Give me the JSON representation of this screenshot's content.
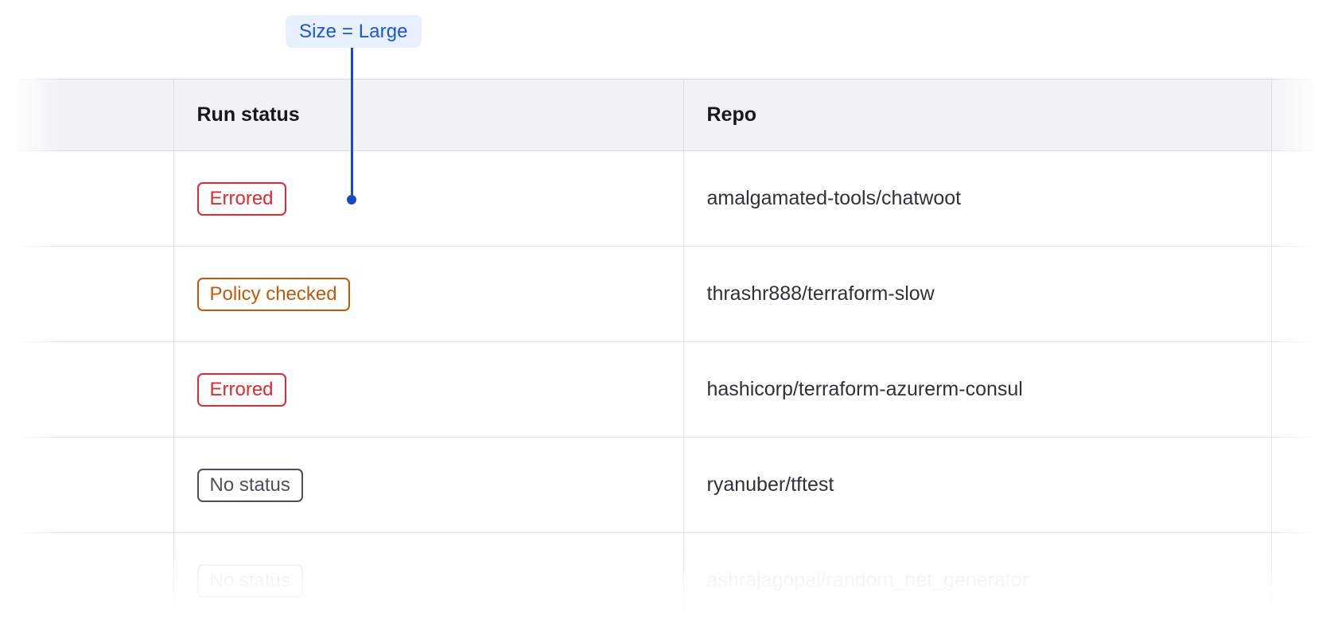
{
  "annotation": {
    "label": "Size = Large",
    "accent_color": "#1A56DB",
    "background_color": "#E8EFFD",
    "pointer_color": "#1A46C8"
  },
  "table": {
    "columns": [
      {
        "key": "spacer",
        "label": ""
      },
      {
        "key": "run_status",
        "label": "Run status"
      },
      {
        "key": "repo",
        "label": "Repo"
      },
      {
        "key": "tail",
        "label": ""
      }
    ],
    "header_background": "#F1F2F4",
    "rows": [
      {
        "status": "Errored",
        "status_kind": "errored",
        "repo": "amalgamated-tools/chatwoot",
        "faded": false
      },
      {
        "status": "Policy checked",
        "status_kind": "policy-checked",
        "repo": "thrashr888/terraform-slow",
        "faded": false
      },
      {
        "status": "Errored",
        "status_kind": "errored",
        "repo": "hashicorp/terraform-azurerm-consul",
        "faded": false
      },
      {
        "status": "No status",
        "status_kind": "no-status",
        "repo": "ryanuber/tftest",
        "faded": false
      },
      {
        "status": "No status",
        "status_kind": "no-status",
        "repo": "ashrajagopal/random_net_generator",
        "faded": true
      }
    ],
    "status_colors": {
      "errored": "#E02A2F",
      "policy_checked": "#C05A0A",
      "no_status": "#4A5061"
    }
  }
}
